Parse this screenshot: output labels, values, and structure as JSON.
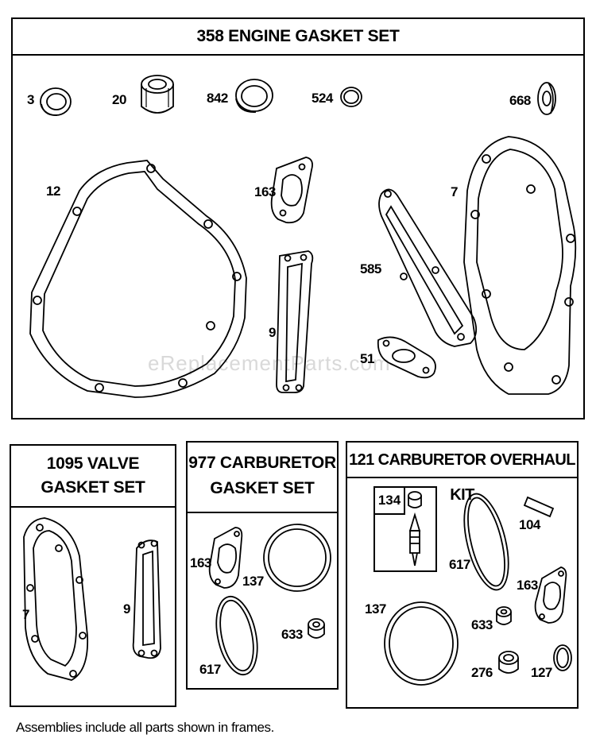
{
  "panels": {
    "engine": {
      "title": "358 ENGINE GASKET SET"
    },
    "valve": {
      "title_line1": "1095 VALVE",
      "title_line2": "GASKET SET"
    },
    "carb_gasket": {
      "title_line1": "977 CARBURETOR",
      "title_line2": "GASKET SET"
    },
    "carb_overhaul": {
      "title": "121 CARBURETOR OVERHAUL KIT",
      "subframe_label": "134"
    }
  },
  "labels": {
    "engine": [
      "3",
      "20",
      "842",
      "524",
      "668",
      "12",
      "163",
      "7",
      "585",
      "9",
      "51"
    ],
    "valve": [
      "7",
      "9"
    ],
    "carb_gasket": [
      "163",
      "137",
      "633",
      "617"
    ],
    "carb_overhaul": [
      "104",
      "617",
      "163",
      "137",
      "633",
      "276",
      "127"
    ]
  },
  "watermark": "eReplacementParts.com",
  "footnote": "Assemblies include all parts shown in frames."
}
